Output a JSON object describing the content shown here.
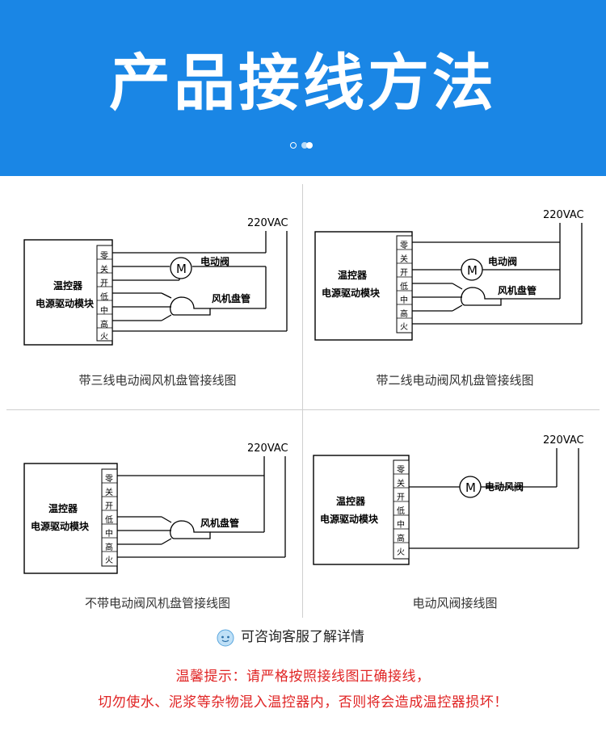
{
  "header": {
    "title": "产品接线方法",
    "bg_color": "#1a86e5"
  },
  "terminals": [
    "零",
    "关",
    "开",
    "低",
    "中",
    "高",
    "火"
  ],
  "module": {
    "line1": "温控器",
    "line2": "电源驱动模块"
  },
  "power_label": "220VAC",
  "components": {
    "valve": "电动阀",
    "fan_coil": "风机盘管",
    "air_valve": "电动风阀",
    "motor_symbol": "M"
  },
  "diagrams": [
    {
      "caption": "带三线电动阀风机盘管接线图"
    },
    {
      "caption": "带二线电动阀风机盘管接线图"
    },
    {
      "caption": "不带电动阀风机盘管接线图"
    },
    {
      "caption": "电动风阀接线图"
    }
  ],
  "contact": {
    "text": "可咨询客服了解详情"
  },
  "warning": {
    "line1": "温馨提示：请严格按照接线图正确接线，",
    "line2": "切勿使水、泥浆等杂物混入温控器内，否则将会造成温控器损坏！",
    "color": "#e02424"
  }
}
